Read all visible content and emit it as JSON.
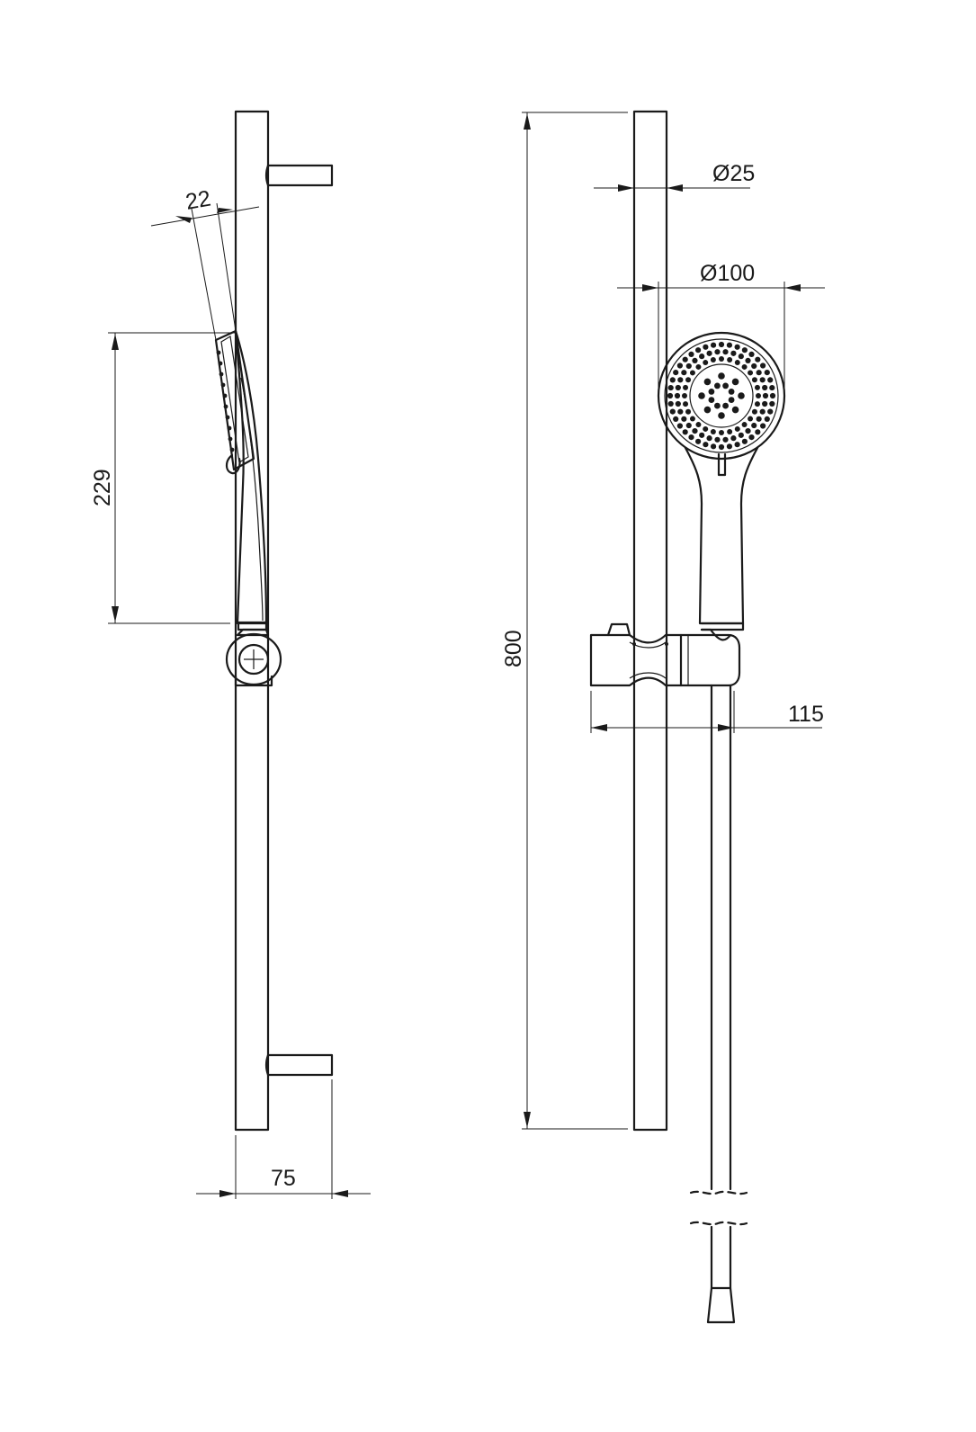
{
  "drawing": {
    "side_view": {
      "dim_head_thickness": "22",
      "dim_head_length": "229",
      "dim_wall_offset": "75"
    },
    "front_view": {
      "dim_rail_length": "800",
      "dim_rail_diameter": "Ø25",
      "dim_head_diameter": "Ø100",
      "dim_slider_depth": "115"
    },
    "colors": {
      "line": "#1a1a1a",
      "background": "#ffffff"
    }
  }
}
